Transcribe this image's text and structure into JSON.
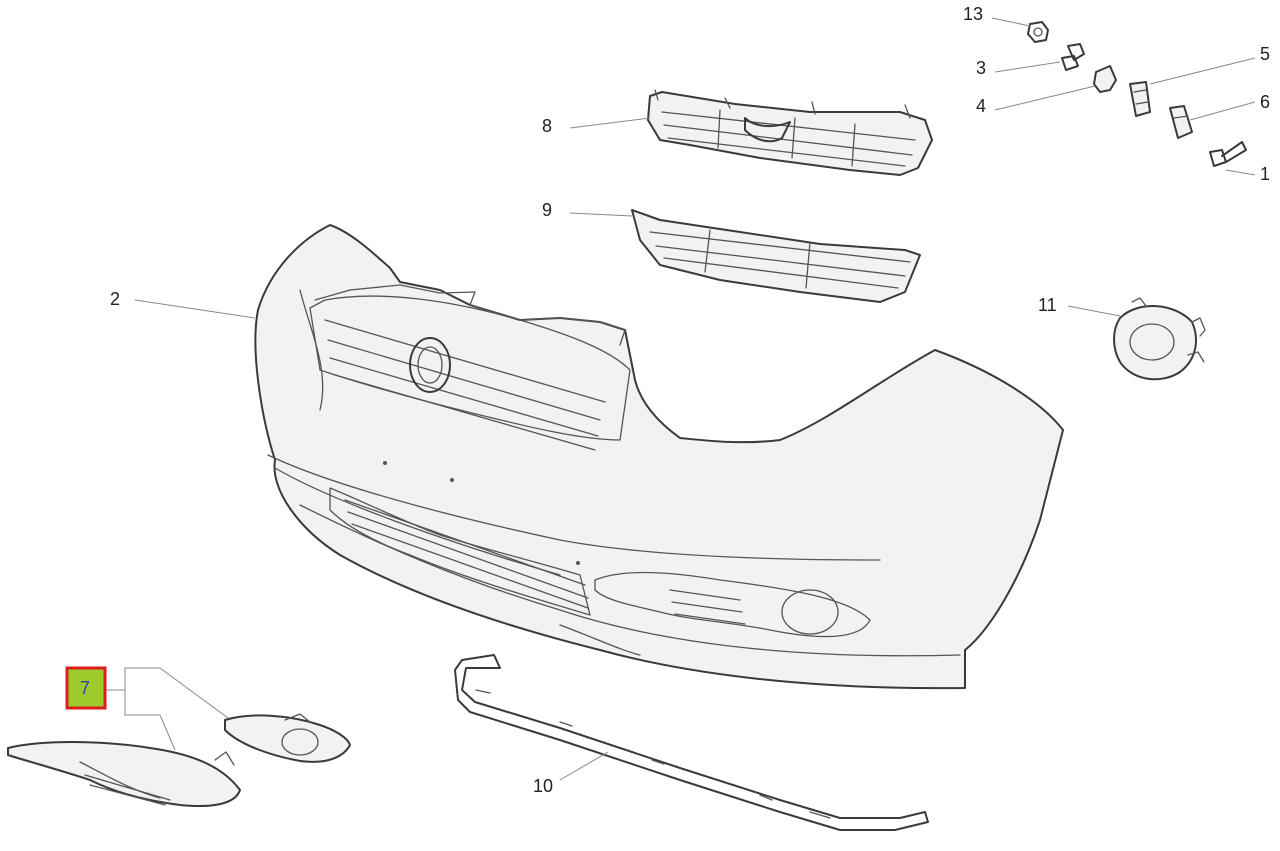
{
  "callouts": [
    {
      "id": "1",
      "label": "1"
    },
    {
      "id": "2",
      "label": "2"
    },
    {
      "id": "3",
      "label": "3"
    },
    {
      "id": "4",
      "label": "4"
    },
    {
      "id": "5",
      "label": "5"
    },
    {
      "id": "6",
      "label": "6"
    },
    {
      "id": "7",
      "label": "7",
      "highlighted": true
    },
    {
      "id": "8",
      "label": "8"
    },
    {
      "id": "9",
      "label": "9"
    },
    {
      "id": "10",
      "label": "10"
    },
    {
      "id": "11",
      "label": "11"
    },
    {
      "id": "13",
      "label": "13"
    }
  ],
  "colors": {
    "highlight_fill": "#9ccc29",
    "highlight_border": "#e01b1b",
    "highlight_text": "#3b3bb0",
    "line": "#3a3a3a",
    "leader": "#888888"
  }
}
